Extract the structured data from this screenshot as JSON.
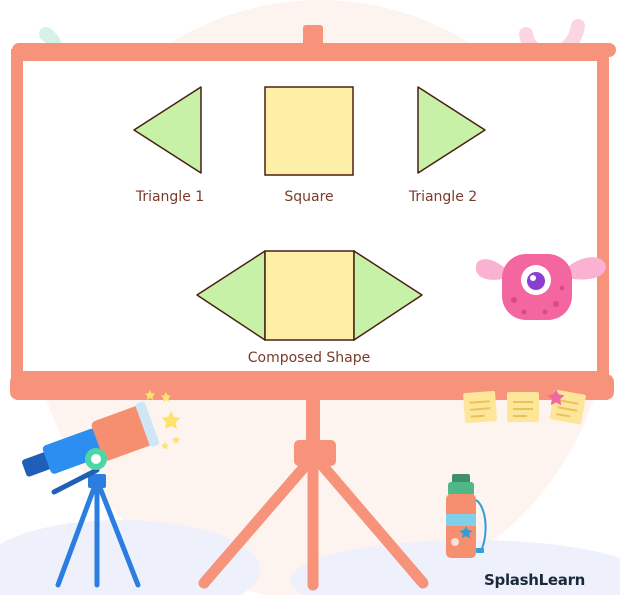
{
  "labels": {
    "triangle1": "Triangle 1",
    "square": "Square",
    "triangle2": "Triangle 2",
    "composed": "Composed Shape"
  },
  "brand": "SplashLearn",
  "colors": {
    "easel": "#f6937a",
    "board": "#ffffff",
    "triangle_fill": "#c6f1a6",
    "square_fill": "#fdf0a6",
    "shape_stroke": "#4a1e12",
    "label_text": "#7a3b28",
    "background_blob": "#fdf0ec"
  },
  "icons": [
    "telescope-icon",
    "star-icon",
    "monster-icon",
    "sticky-note-icon",
    "water-bottle-icon"
  ]
}
